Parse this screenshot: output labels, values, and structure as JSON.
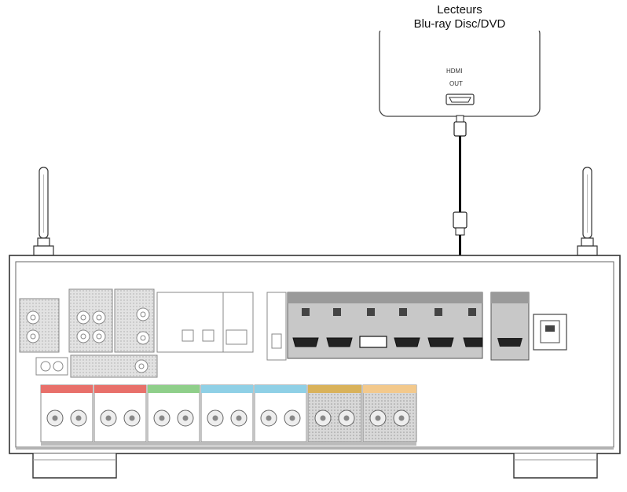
{
  "player": {
    "title_line1": "Lecteurs",
    "title_line2": "Blu-ray Disc/DVD",
    "port_label": "HDMI",
    "port_sublabel": "OUT"
  },
  "colors": {
    "front": "#e8706a",
    "center": "#8fcf8a",
    "surround": "#8fd0e6",
    "surround_back": "#d9b25a",
    "height": "#f3c98c",
    "hdmi_panel": "#c8c8c8",
    "cable": "#111111"
  },
  "icons": [
    "antenna-icon",
    "hdmi-port-icon",
    "hdmi-plug-icon",
    "power-inlet-icon"
  ]
}
